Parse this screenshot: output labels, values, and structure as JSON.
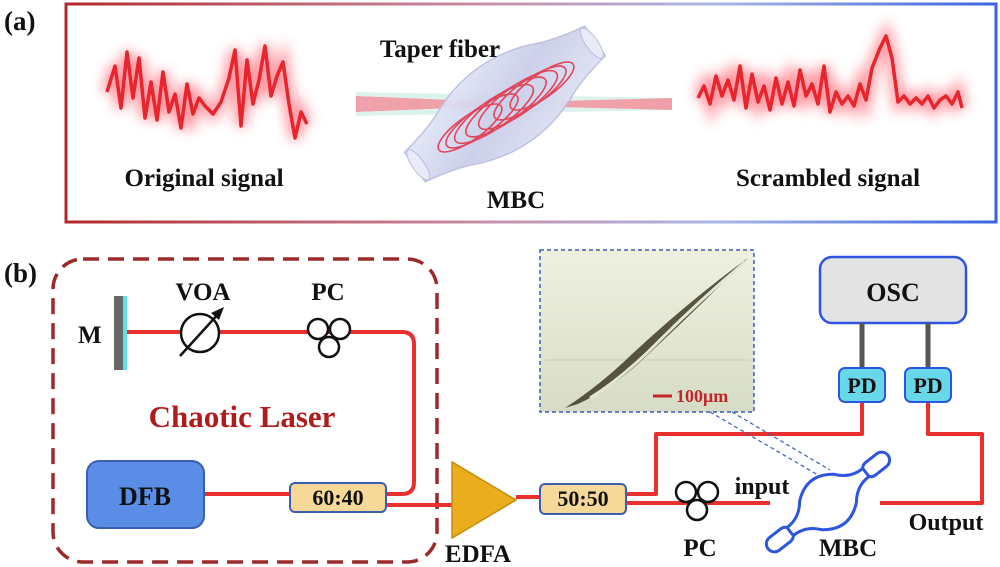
{
  "panel_a": {
    "label": "(a)",
    "taper_fiber": "Taper fiber",
    "original_signal": "Original signal",
    "mbc": "MBC",
    "scrambled_signal": "Scrambled signal"
  },
  "panel_b": {
    "label": "(b)",
    "mirror": "M",
    "voa": "VOA",
    "pc_top": "PC",
    "chaotic_laser": "Chaotic Laser",
    "dfb": "DFB",
    "coupler_1": "60:40",
    "edfa": "EDFA",
    "coupler_2": "50:50",
    "pc_bottom": "PC",
    "input": "input",
    "output": "Output",
    "mbc": "MBC",
    "osc": "OSC",
    "pd_1": "PD",
    "pd_2": "PD",
    "scale_bar": "100μm"
  },
  "colors": {
    "fiber": "#e8302f",
    "dashed_box": "#9b2a2a",
    "dfb": "#5b8de6",
    "coupler": "#f6d999",
    "edfa": "#e9ad1d",
    "pd": "#67d8e8",
    "osc": "#e3e3e3"
  }
}
